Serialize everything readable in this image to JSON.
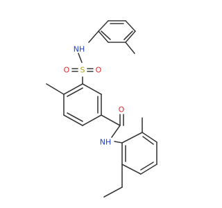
{
  "colors": {
    "carbon_bond": "#3a3a3a",
    "nitrogen": "#1f3fc8",
    "oxygen": "#e2262a",
    "sulfur": "#b3a01c",
    "background": "#ffffff"
  },
  "atom_labels": {
    "sulfonamide_nh": "NH",
    "sulfonyl_s": "S",
    "sulfonyl_o_left": "O",
    "sulfonyl_o_right": "O",
    "carbonyl_o": "O",
    "amide_nh": "NH"
  }
}
